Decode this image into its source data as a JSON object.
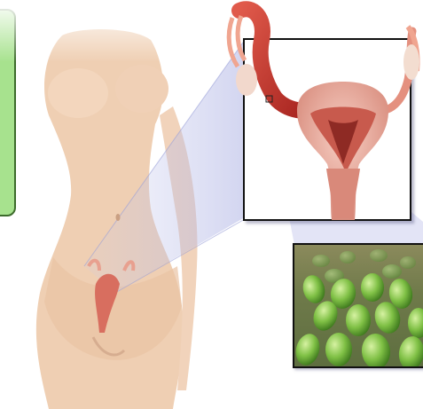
{
  "illustration": {
    "subjects": [
      "female-torso",
      "uterus-fallopian-tubes",
      "microscopic-bacteria"
    ],
    "colors": {
      "skin": "#f1d2b6",
      "organ_red": "#c63a33",
      "organ_pink": "#e6a89a",
      "bacteria_green": "#7fc045",
      "panel_green": "#a7e28e",
      "zoom_wedge": "#b9bde6"
    }
  }
}
